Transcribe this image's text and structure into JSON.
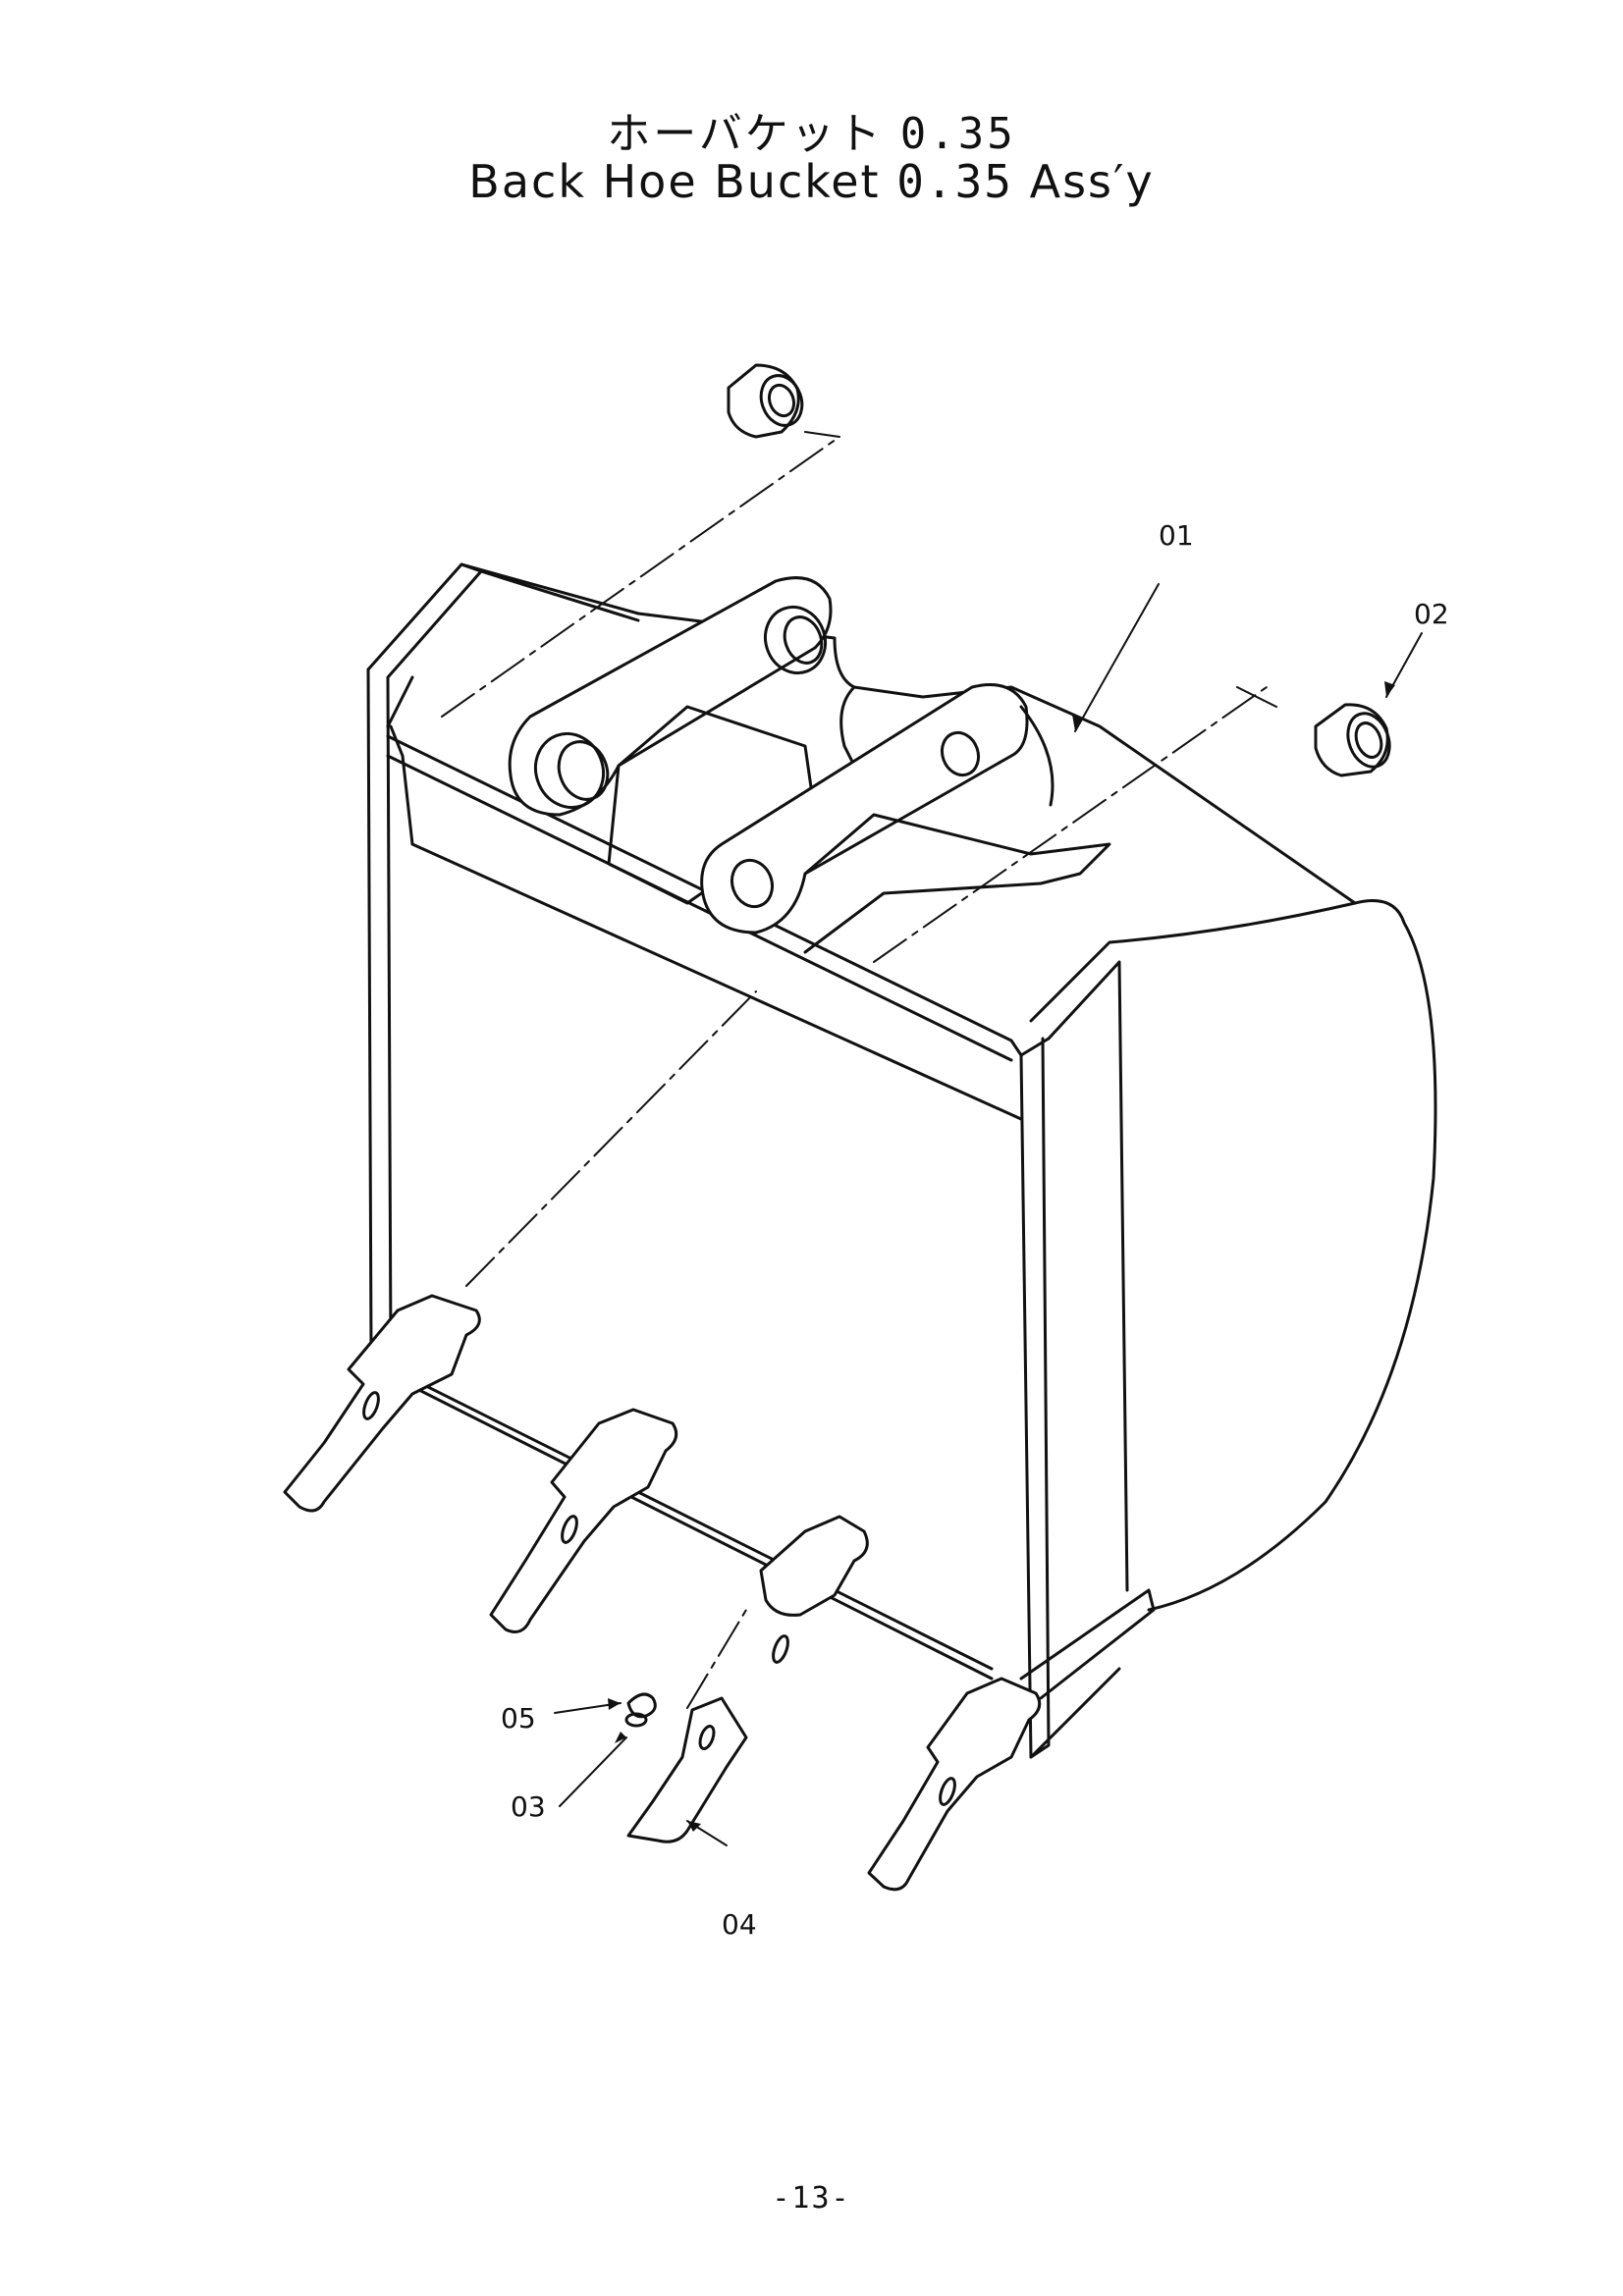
{
  "title": {
    "jp_text": "ホーバケット",
    "jp_num": "0.35",
    "en_pre": "Back Hoe Bucket",
    "en_num": "0.35",
    "en_post": "Ass′y"
  },
  "callouts": [
    {
      "id": "01",
      "label": "01"
    },
    {
      "id": "02",
      "label": "02"
    },
    {
      "id": "03",
      "label": "03"
    },
    {
      "id": "04",
      "label": "04"
    },
    {
      "id": "05",
      "label": "05"
    }
  ],
  "page_number": "-13-"
}
